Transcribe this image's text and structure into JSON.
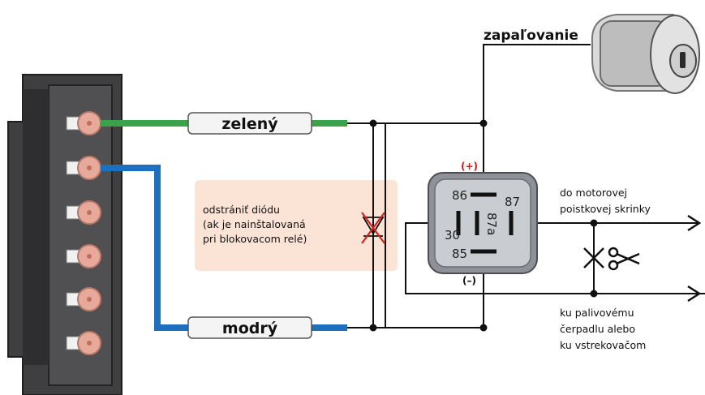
{
  "ignition_label": "zapaľovanie",
  "wires": {
    "green_label": "zelený",
    "blue_label": "modrý"
  },
  "note": {
    "line1": "odstrániť diódu",
    "line2": "(ak je nainštalovaná",
    "line3": "pri blokovacom relé)"
  },
  "relay": {
    "pin86": "86",
    "pin87": "87",
    "pin87a": "87a",
    "pin30": "30",
    "pin85": "85",
    "plus": "(+)",
    "minus": "(–)"
  },
  "output_top": {
    "line1": "do motorovej",
    "line2": "poistkovej skrinky"
  },
  "output_bottom": {
    "line1": "ku palivovému",
    "line2": "čerpadlu alebo",
    "line3": "ku vstrekovačom"
  },
  "colors": {
    "green_wire": "#3aa34a",
    "blue_wire": "#1f6fbf",
    "relay_fill": "#c9ccd1",
    "note_bg": "#fbe3d6",
    "plus": "#d11a1a",
    "connector": "#3f3f41",
    "pin_pad": "#e7a99a"
  }
}
